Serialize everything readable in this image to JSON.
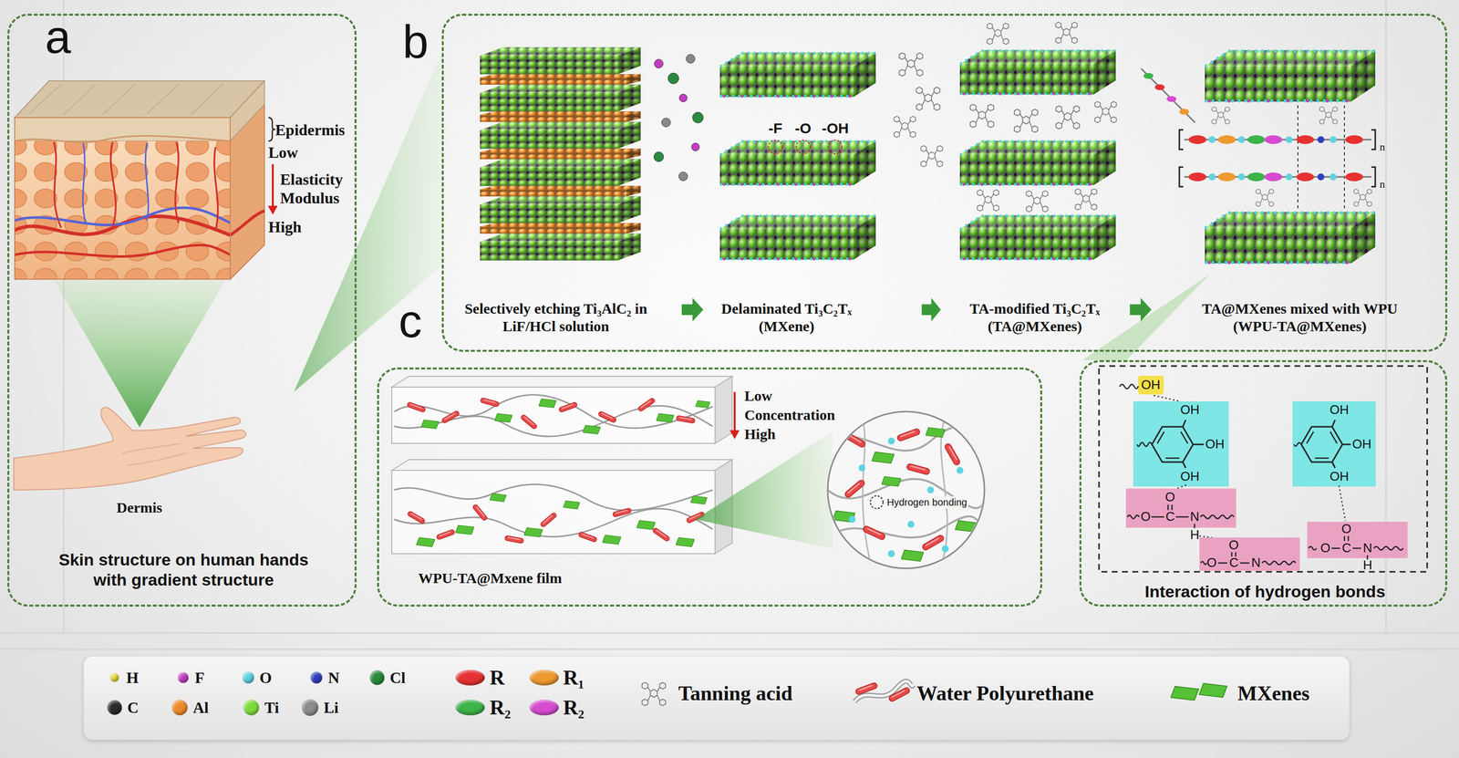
{
  "diagram": {
    "nodes": [
      {
        "text": [
          "a",
          "Skin structure on human hands with gradient structure"
        ]
      },
      {
        "text": [
          "b"
        ]
      },
      {
        "text": [
          "Selectively etching Ti₃AlC₂ in LiF/HCl solution"
        ],
        "in": 1
      },
      {
        "text": [
          "Delaminated Ti₃C₂Tₓ (MXene)"
        ],
        "in": 1
      },
      {
        "text": [
          "TA-modified Ti₃C₂Tₓ (TA@MXenes)"
        ],
        "in": 1
      },
      {
        "text": [
          "TA@MXenes mixed with WPU (WPU-TA@MXenes)"
        ],
        "in": 1
      },
      {
        "text": [
          "c",
          "WPU-TA@Mxene film"
        ]
      },
      {
        "text": [
          "Interaction of hydrogen bonds"
        ]
      }
    ],
    "edges": [
      {
        "from": 2,
        "to": 3,
        "arrow": "to"
      },
      {
        "from": 3,
        "to": 4,
        "arrow": "to"
      },
      {
        "from": 4,
        "to": 5,
        "arrow": "to"
      }
    ],
    "labels": [
      "Epidermis",
      "Low",
      "Elasticity Modulus",
      "High",
      "Dermis",
      "-F",
      "-O",
      "-OH",
      "Low",
      "Concentration",
      "High",
      "Hydrogen bonding",
      "OH",
      "OH",
      "OH",
      "OH",
      "O",
      "O",
      "C",
      "N",
      "H",
      "O",
      "O",
      "C",
      "N",
      "OH",
      "OH",
      "OH",
      "O",
      "O",
      "C",
      "N",
      "H",
      "n",
      "n"
    ],
    "legend": [
      {
        "text": "H",
        "color": "#f2df3a"
      },
      {
        "text": "F",
        "color": "#c63bc4"
      },
      {
        "text": "O",
        "color": "#5fd4e0"
      },
      {
        "text": "N",
        "color": "#2f3fc0"
      },
      {
        "text": "Cl",
        "color": "#2a8a3e"
      },
      {
        "text": "C",
        "color": "#2b2b2b"
      },
      {
        "text": "Al",
        "color": "#ef8b2a"
      },
      {
        "text": "Ti",
        "color": "#7ddc3c"
      },
      {
        "text": "Li",
        "color": "#8c8c8c"
      },
      {
        "text": "R",
        "color": "#e63232"
      },
      {
        "text": "R₁",
        "color": "#ef9a30"
      },
      {
        "text": "R₂",
        "color": "#3db34a"
      },
      {
        "text": "R₂",
        "color": "#d64bd0"
      },
      {
        "text": "Tanning acid"
      },
      {
        "text": "Water Polyurethane"
      },
      {
        "text": "MXenes"
      }
    ]
  }
}
